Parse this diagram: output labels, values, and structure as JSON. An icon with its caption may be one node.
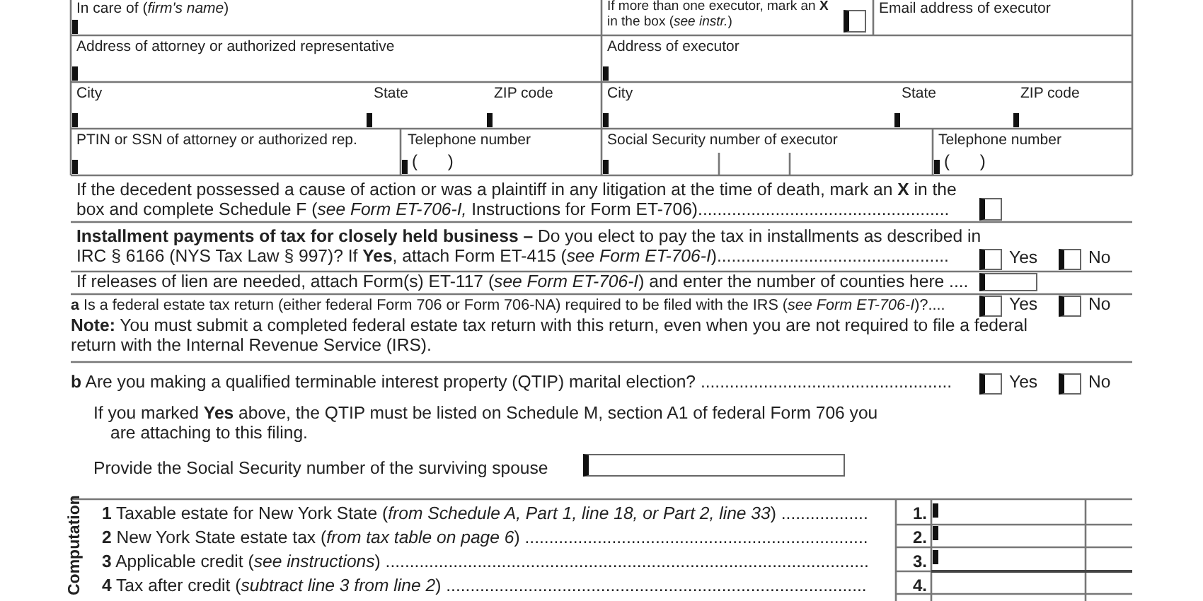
{
  "diagram": {
    "labels": [
      "In care of (*firm's name*)",
      "Address of attorney or authorized representative",
      "City",
      "State",
      "ZIP code",
      "PTIN or SSN of attorney or authorized rep.",
      "Telephone number",
      "( )",
      "If more than one executor, mark an **X** in the box (*see instr.*)",
      "Email address of executor",
      "Address of executor",
      "City",
      "State",
      "ZIP code",
      "Social Security number of executor",
      "Telephone number",
      "( )",
      "If the decedent possessed a cause of action or was a plaintiff in any litigation at the time of death, mark an **X** in the box and complete Schedule F (*see Form ET-706-I,* Instructions for Form ET-706)....................................................",
      "**Installment payments of tax for closely held business –** Do you elect to pay the tax in installments as described in IRC § 6166 (NYS Tax Law § 997)? If **Yes**, attach Form ET-415 (*see Form ET-706-I*)................................................",
      "Yes",
      "No",
      "If releases of lien are needed, attach Form(s) ET-117 (*see Form ET-706-I*) and enter the number of counties here ....",
      "**a** Is a federal estate tax return (either federal Form 706 or Form 706-NA) required to be filed with the IRS (*see Form ET-706-I*)?....",
      "Yes",
      "No",
      "**Note:** You must submit a completed federal estate tax return with this return, even when you are not required to file a federal return with the Internal Revenue Service (IRS).",
      "**b** Are you making a qualified terminable interest property (QTIP) marital election? ....................................................",
      "Yes",
      "No",
      "If you marked **Yes** above, the QTIP must be listed on Schedule M, section A1 of federal Form 706 you are attaching to this filing.",
      "Provide the Social Security number of the surviving spouse",
      "Computation",
      "**1** Taxable estate for New York State (*from Schedule A, Part 1, line 18, or Part 2, line 33*) ..................",
      "**2** New York State estate tax (*from tax table on page 6*) .......................................................................",
      "**3** Applicable credit (*see instructions*) ....................................................................................................",
      "**4** Tax after credit (*subtract line 3 from line 2*) .......................................................................................",
      "1.",
      "2.",
      "3.",
      "4."
    ]
  }
}
